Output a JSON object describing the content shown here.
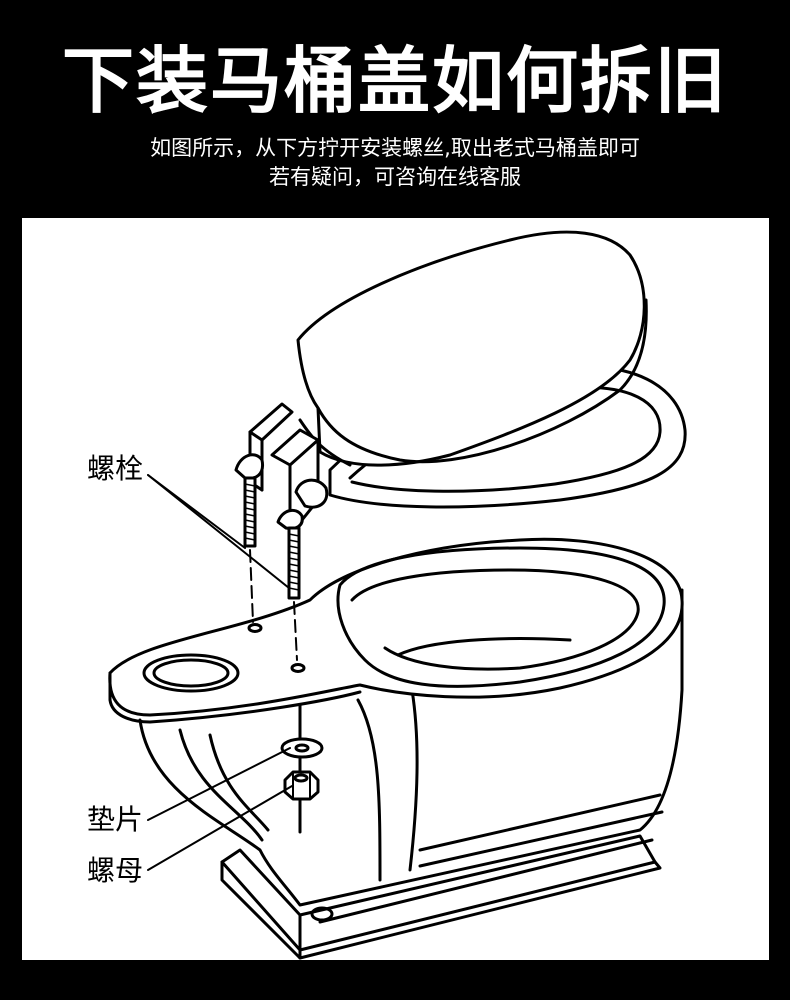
{
  "header": {
    "title": "下装马桶盖如何拆旧",
    "subtitle_line1": "如图所示，从下方拧开安装螺丝,取出老式马桶盖即可",
    "subtitle_line2": "若有疑问，可咨询在线客服"
  },
  "diagram": {
    "labels": {
      "bolt": "螺栓",
      "washer": "垫片",
      "nut": "螺母"
    },
    "colors": {
      "background": "#000000",
      "panel": "#ffffff",
      "line": "#000000",
      "text_on_dark": "#ffffff"
    }
  }
}
